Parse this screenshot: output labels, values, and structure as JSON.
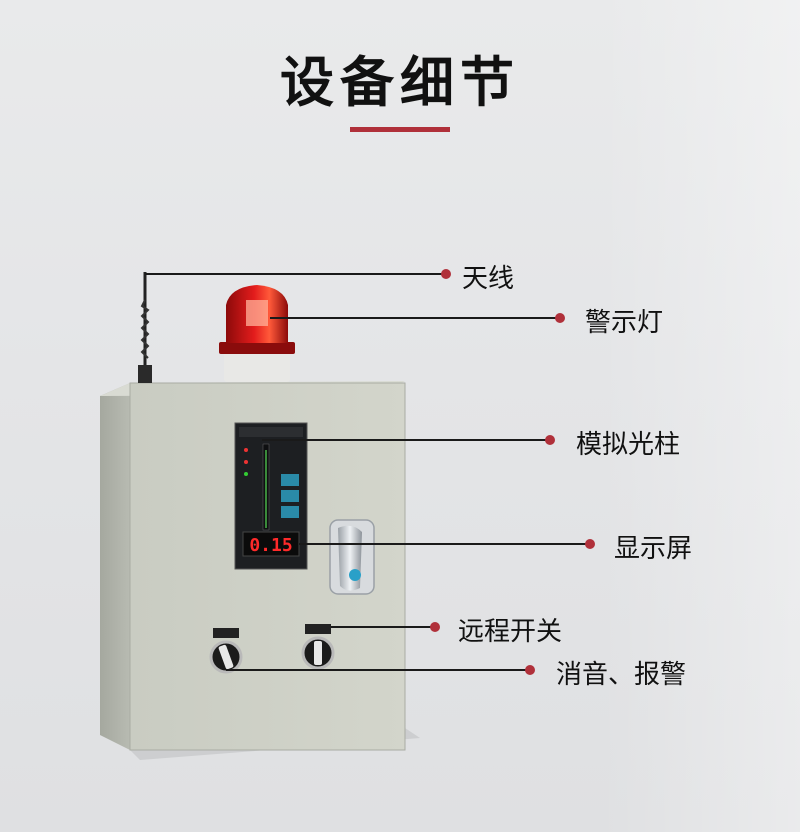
{
  "title": "设备细节",
  "accent_color": "#b0303a",
  "callouts": {
    "antenna": "天线",
    "warning_light": "警示灯",
    "analog_bar": "模拟光柱",
    "display": "显示屏",
    "remote_switch": "远程开关",
    "mute_alarm": "消音、报警"
  },
  "display_value": "0.15"
}
